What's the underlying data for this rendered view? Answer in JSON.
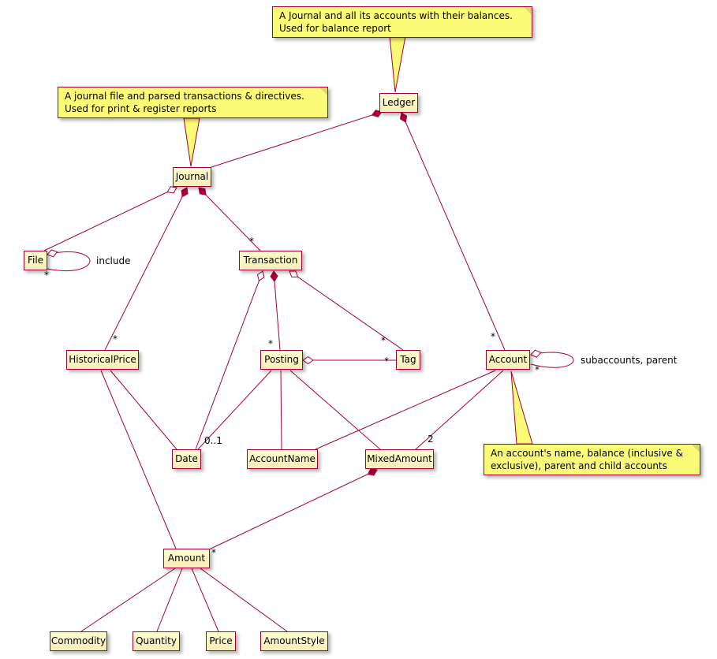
{
  "diagram": {
    "kind": "uml-class-diagram",
    "colors": {
      "edge": "#a80036",
      "node_border": "#a80036",
      "node_fill": "#fefece",
      "note_fill": "#fbfb77",
      "note_border": "#a80036",
      "hollow_diamond_fill": "#ffffff",
      "text": "#000000"
    }
  },
  "nodes": [
    {
      "id": "ledger",
      "label": "Ledger"
    },
    {
      "id": "journal",
      "label": "Journal"
    },
    {
      "id": "file",
      "label": "File"
    },
    {
      "id": "transaction",
      "label": "Transaction"
    },
    {
      "id": "historicalprice",
      "label": "HistoricalPrice"
    },
    {
      "id": "posting",
      "label": "Posting"
    },
    {
      "id": "tag",
      "label": "Tag"
    },
    {
      "id": "account",
      "label": "Account"
    },
    {
      "id": "date",
      "label": "Date"
    },
    {
      "id": "accountname",
      "label": "AccountName"
    },
    {
      "id": "mixedamount",
      "label": "MixedAmount"
    },
    {
      "id": "amount",
      "label": "Amount"
    },
    {
      "id": "commodity",
      "label": "Commodity"
    },
    {
      "id": "quantity",
      "label": "Quantity"
    },
    {
      "id": "price",
      "label": "Price"
    },
    {
      "id": "amountstyle",
      "label": "AmountStyle"
    }
  ],
  "edges": [
    {
      "from": "ledger",
      "to": "journal",
      "kind": "composition"
    },
    {
      "from": "ledger",
      "to": "account",
      "kind": "composition",
      "target_label": "*"
    },
    {
      "from": "journal",
      "to": "file",
      "kind": "aggregation"
    },
    {
      "from": "file",
      "to": "file",
      "kind": "aggregation",
      "target_label": "*",
      "label": "include"
    },
    {
      "from": "journal",
      "to": "historicalprice",
      "kind": "composition",
      "target_label": "*"
    },
    {
      "from": "journal",
      "to": "transaction",
      "kind": "composition",
      "target_label": "*"
    },
    {
      "from": "transaction",
      "to": "posting",
      "kind": "composition",
      "target_label": "*"
    },
    {
      "from": "transaction",
      "to": "date",
      "kind": "aggregation"
    },
    {
      "from": "transaction",
      "to": "tag",
      "kind": "aggregation",
      "target_label": "*"
    },
    {
      "from": "posting",
      "to": "tag",
      "kind": "aggregation",
      "target_label": "*"
    },
    {
      "from": "posting",
      "to": "date",
      "kind": "association",
      "target_label": "0..1"
    },
    {
      "from": "posting",
      "to": "accountname",
      "kind": "association"
    },
    {
      "from": "posting",
      "to": "mixedamount",
      "kind": "association"
    },
    {
      "from": "account",
      "to": "account",
      "kind": "aggregation",
      "target_label": "*",
      "label": "subaccounts, parent"
    },
    {
      "from": "account",
      "to": "accountname",
      "kind": "association"
    },
    {
      "from": "account",
      "to": "mixedamount",
      "kind": "association",
      "target_label": "2"
    },
    {
      "from": "historicalprice",
      "to": "date",
      "kind": "association"
    },
    {
      "from": "historicalprice",
      "to": "amount",
      "kind": "association"
    },
    {
      "from": "mixedamount",
      "to": "amount",
      "kind": "composition",
      "target_label": "*"
    },
    {
      "from": "amount",
      "to": "commodity",
      "kind": "association"
    },
    {
      "from": "amount",
      "to": "quantity",
      "kind": "association"
    },
    {
      "from": "amount",
      "to": "price",
      "kind": "association"
    },
    {
      "from": "amount",
      "to": "amountstyle",
      "kind": "association"
    }
  ],
  "notes": [
    {
      "id": "note-ledger",
      "target": "ledger",
      "lines": [
        "A Journal and all its accounts with their balances.",
        "Used for balance report"
      ]
    },
    {
      "id": "note-journal",
      "target": "journal",
      "lines": [
        "A journal file and parsed transactions & directives.",
        "Used for print & register reports"
      ]
    },
    {
      "id": "note-account",
      "target": "account",
      "lines": [
        "An account's name, balance (inclusive &",
        "exclusive), parent and child accounts"
      ]
    }
  ]
}
